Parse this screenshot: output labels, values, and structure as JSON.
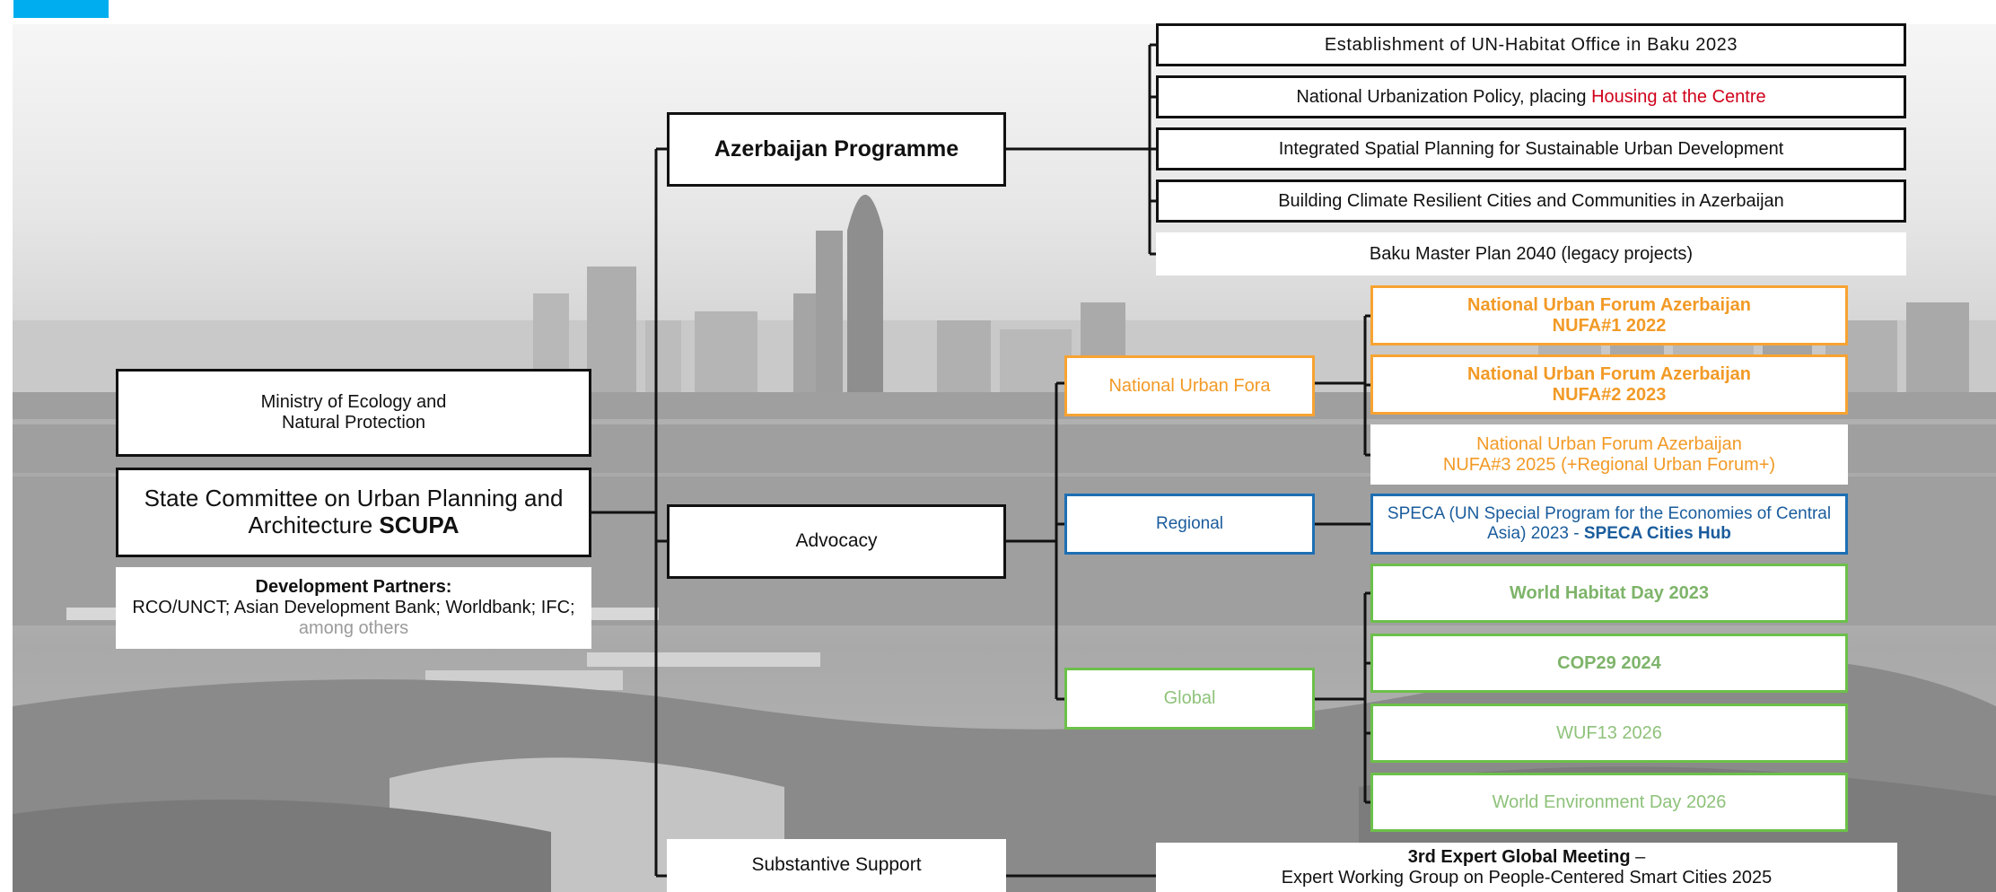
{
  "colors": {
    "accent": "#00aeef",
    "line": "#111111",
    "orange": "#f7a332",
    "blue": "#1d6fb4",
    "green": "#6cc04a",
    "red": "#d0021b"
  },
  "left_panel": {
    "ministry": {
      "line1": "Ministry of Ecology and",
      "line2": "Natural Protection"
    },
    "scupa": {
      "line1": "State Committee on Urban Planning and",
      "line2_prefix": "Architecture ",
      "line2_bold": "SCUPA"
    },
    "partners": {
      "heading": "Development Partners:",
      "list": "RCO/UNCT; Asian Development Bank; Worldbank; IFC;",
      "others": "among others"
    }
  },
  "middle": {
    "programme": "Azerbaijan Programme",
    "advocacy": "Advocacy",
    "substantive_support": "Substantive Support"
  },
  "programme_items": {
    "item1": "Establishment of UN-Habitat Office in Baku 2023",
    "item2_prefix": "National Urbanization Policy, placing ",
    "item2_highlight": "Housing at the Centre",
    "item3": "Integrated Spatial Planning for Sustainable Urban Development",
    "item4": "Building Climate Resilient Cities and Communities in Azerbaijan",
    "item5": "Baku Master Plan 2040 (legacy projects)"
  },
  "advocacy_groups": {
    "national": "National Urban Fora",
    "regional": "Regional",
    "global": "Global"
  },
  "national_items": {
    "nufa1": {
      "line1": "National Urban Forum Azerbaijan",
      "line2": "NUFA#1 2022"
    },
    "nufa2": {
      "line1": "National Urban Forum Azerbaijan",
      "line2": "NUFA#2 2023"
    },
    "nufa3": {
      "line1": "National Urban Forum Azerbaijan",
      "line2": "NUFA#3 2025 (+Regional Urban Forum+)"
    }
  },
  "regional_items": {
    "speca": {
      "line1": "SPECA (UN Special Program for the Economies of Central",
      "line2_prefix": "Asia) 2023 - ",
      "line2_bold": "SPECA Cities Hub"
    }
  },
  "global_items": {
    "whd": "World Habitat Day 2023",
    "cop29": "COP29 2024",
    "wuf13": "WUF13 2026",
    "wed": "World Environment Day 2026"
  },
  "support_items": {
    "meeting_bold": "3rd Expert Global Meeting",
    "meeting_dash": " –",
    "meeting_line2": "Expert Working Group on People-Centered Smart Cities 2025"
  }
}
